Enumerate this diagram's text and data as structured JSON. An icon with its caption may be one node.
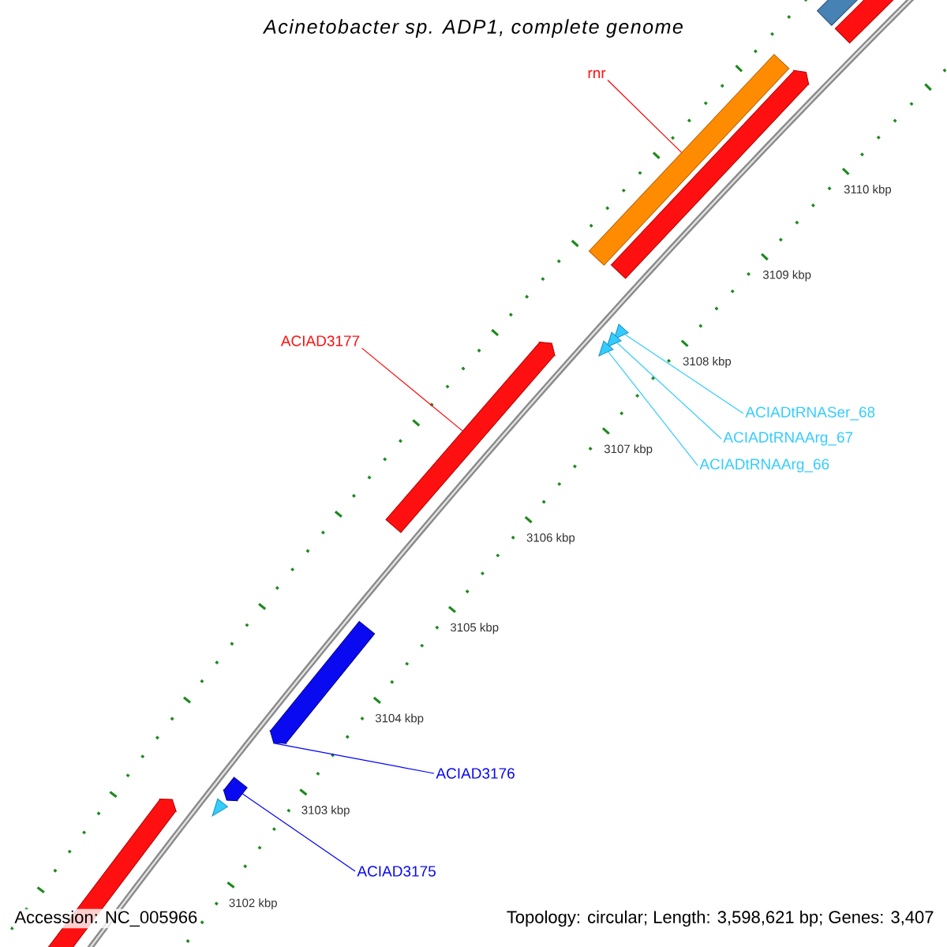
{
  "diagram": {
    "title": "Acinetobacter sp. ADP1, complete genome",
    "nodes": [
      {
        "text": [
          "rnr"
        ]
      },
      {
        "text": [],
        "shape": "bar"
      },
      {
        "text": [
          "ACIAD3177"
        ]
      },
      {
        "text": [],
        "shape": "arrow"
      },
      {
        "text": [],
        "shape": "triangle"
      },
      {
        "text": [],
        "shape": "triangle"
      },
      {
        "text": [],
        "shape": "triangle"
      },
      {
        "text": [
          "ACIADtRNASer_68"
        ]
      },
      {
        "text": [
          "ACIADtRNAArg_67"
        ]
      },
      {
        "text": [
          "ACIADtRNAArg_66"
        ]
      },
      {
        "text": [],
        "shape": "arrow"
      },
      {
        "text": [
          "ACIAD3176"
        ]
      },
      {
        "text": [],
        "shape": "arrow"
      },
      {
        "text": [
          "ACIAD3175"
        ]
      }
    ],
    "edges": [
      {
        "from": 0,
        "to": 1,
        "arrow": "none",
        "color": "#ff0000"
      },
      {
        "from": 2,
        "to": 3,
        "arrow": "none",
        "color": "#ff0000"
      },
      {
        "from": 7,
        "to": 4,
        "arrow": "none"
      },
      {
        "from": 8,
        "to": 5,
        "arrow": "none"
      },
      {
        "from": 9,
        "to": 6,
        "arrow": "none"
      },
      {
        "from": 11,
        "to": 10,
        "arrow": "none",
        "color": "#0000ff"
      },
      {
        "from": 13,
        "to": 12,
        "arrow": "none",
        "color": "#0000ff"
      }
    ],
    "labels": [
      "3110 kbp",
      "3109 kbp",
      "3108 kbp",
      "3107 kbp",
      "3106 kbp",
      "3105 kbp",
      "3104 kbp",
      "3103 kbp",
      "3102 kbp",
      "Accession: NC_005966",
      "Topology: circular; Length: 3,598,621 bp; Genes: 3,407"
    ]
  }
}
